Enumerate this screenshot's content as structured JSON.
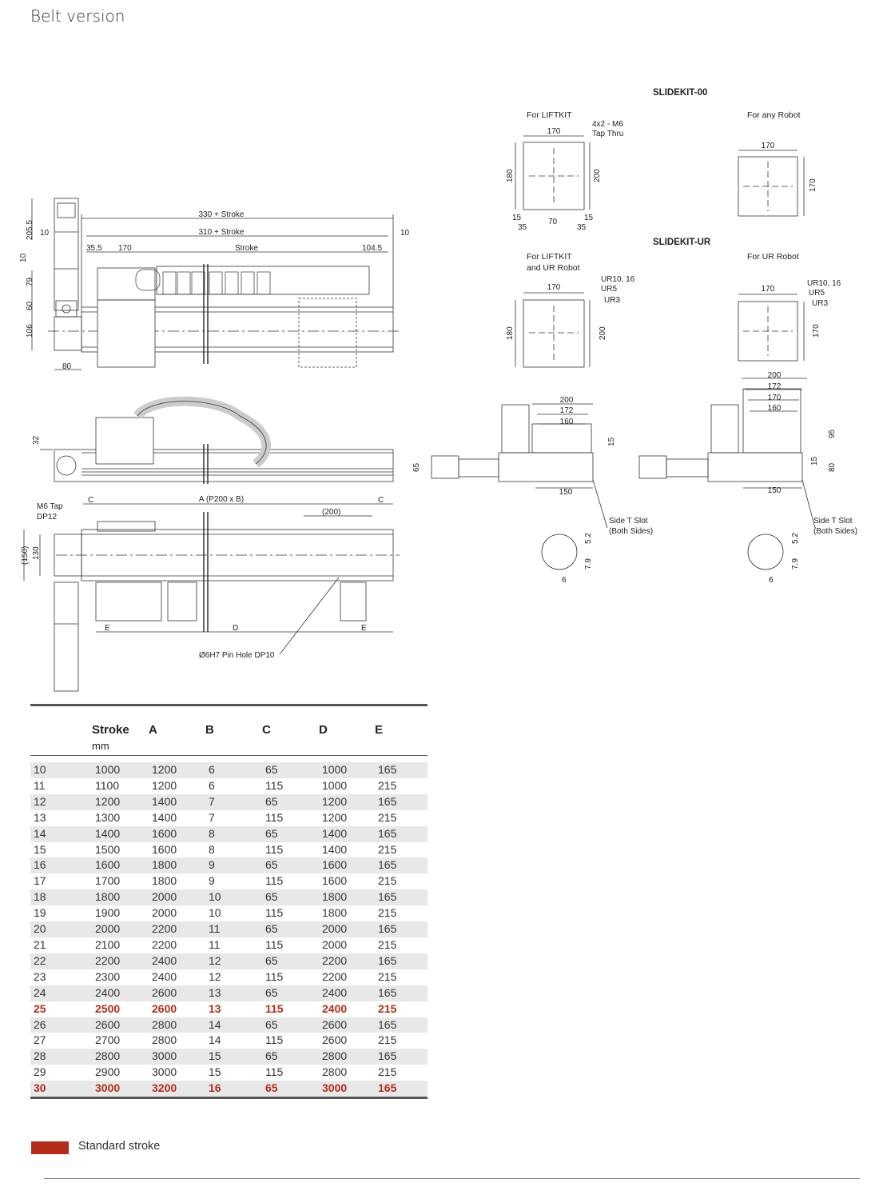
{
  "page": {
    "title": "Belt version"
  },
  "drawing": {
    "top_view": {
      "dim_330": "330 + Stroke",
      "dim_310": "310 + Stroke",
      "dim_10_right": "10",
      "dim_355": "35.5",
      "dim_170": "170",
      "dim_stroke": "Stroke",
      "dim_1045": "104.5",
      "dim_2055": "205.5",
      "dim_10_left": "10",
      "dim_10_v": "10",
      "dim_79": "79",
      "dim_60": "60",
      "dim_106": "106",
      "dim_80": "80"
    },
    "bottom_view": {
      "c_left": "C",
      "c_right": "C",
      "a_label": "A (P200 x B)",
      "p200": "(200)",
      "m6_tap": "M6 Tap",
      "dp12": "DP12",
      "dim_150": "(150)",
      "dim_130": "130",
      "e_left": "E",
      "d_label": "D",
      "e_right": "E",
      "pin_hole": "Ø6H7 Pin Hole DP10",
      "dim_32": "32",
      "dim_65": "65"
    },
    "slidekit_00": {
      "title": "SLIDEKIT-00",
      "liftkit_caption": "For LIFTKIT",
      "robot_caption": "For any Robot",
      "dim_170_top": "170",
      "tap_note_1": "4x2 - M6",
      "tap_note_2": "Tap Thru",
      "dim_180": "180",
      "dim_200": "200",
      "dim_15_left": "15",
      "dim_70": "70",
      "dim_15_right": "15",
      "dim_35_left": "35",
      "dim_35_right": "35",
      "robot_170_w": "170",
      "robot_170_h": "170"
    },
    "slidekit_ur": {
      "title": "SLIDEKIT-UR",
      "liftkit_caption_1": "For LIFTKIT",
      "liftkit_caption_2": "and UR Robot",
      "robot_caption": "For UR Robot",
      "dim_170_l": "170",
      "ur10_l": "UR10, 16",
      "ur5_l": "UR5",
      "ur3_l": "UR3",
      "dim_180": "180",
      "dim_200": "200",
      "dim_170_r": "170",
      "ur10_r": "UR10, 16",
      "ur5_r": "UR5",
      "ur3_r": "UR3",
      "dim_170_rv": "170"
    },
    "side_views": {
      "l_200": "200",
      "l_172": "172",
      "l_160": "160",
      "l_15": "15",
      "l_150": "150",
      "l_slot_1": "Side T Slot",
      "l_slot_2": "(Both Sides)",
      "l_52": "5.2",
      "l_79": "7.9",
      "l_6": "6",
      "r_200": "200",
      "r_172": "172",
      "r_170": "170",
      "r_160": "160",
      "r_95": "95",
      "r_15": "15",
      "r_80": "80",
      "r_150": "150",
      "r_slot_1": "Side T Slot",
      "r_slot_2": "(Both Sides)",
      "r_52": "5.2",
      "r_79": "7.9",
      "r_6": "6"
    }
  },
  "table": {
    "headers": [
      "",
      "Stroke",
      "A",
      "B",
      "C",
      "D",
      "E"
    ],
    "units": [
      "",
      "mm",
      "",
      "",
      "",
      "",
      ""
    ],
    "rows": [
      [
        "10",
        "1000",
        "1200",
        "6",
        "65",
        "1000",
        "165"
      ],
      [
        "11",
        "1100",
        "1200",
        "6",
        "115",
        "1000",
        "215"
      ],
      [
        "12",
        "1200",
        "1400",
        "7",
        "65",
        "1200",
        "165"
      ],
      [
        "13",
        "1300",
        "1400",
        "7",
        "115",
        "1200",
        "215"
      ],
      [
        "14",
        "1400",
        "1600",
        "8",
        "65",
        "1400",
        "165"
      ],
      [
        "15",
        "1500",
        "1600",
        "8",
        "115",
        "1400",
        "215"
      ],
      [
        "16",
        "1600",
        "1800",
        "9",
        "65",
        "1600",
        "165"
      ],
      [
        "17",
        "1700",
        "1800",
        "9",
        "115",
        "1600",
        "215"
      ],
      [
        "18",
        "1800",
        "2000",
        "10",
        "65",
        "1800",
        "165"
      ],
      [
        "19",
        "1900",
        "2000",
        "10",
        "115",
        "1800",
        "215"
      ],
      [
        "20",
        "2000",
        "2200",
        "11",
        "65",
        "2000",
        "165"
      ],
      [
        "21",
        "2100",
        "2200",
        "11",
        "115",
        "2000",
        "215"
      ],
      [
        "22",
        "2200",
        "2400",
        "12",
        "65",
        "2200",
        "165"
      ],
      [
        "23",
        "2300",
        "2400",
        "12",
        "115",
        "2200",
        "215"
      ],
      [
        "24",
        "2400",
        "2600",
        "13",
        "65",
        "2400",
        "165"
      ],
      [
        "25",
        "2500",
        "2600",
        "13",
        "115",
        "2400",
        "215"
      ],
      [
        "26",
        "2600",
        "2800",
        "14",
        "65",
        "2600",
        "165"
      ],
      [
        "27",
        "2700",
        "2800",
        "14",
        "115",
        "2600",
        "215"
      ],
      [
        "28",
        "2800",
        "3000",
        "15",
        "65",
        "2800",
        "165"
      ],
      [
        "29",
        "2900",
        "3000",
        "15",
        "115",
        "2800",
        "215"
      ],
      [
        "30",
        "3000",
        "3200",
        "16",
        "65",
        "3000",
        "165"
      ]
    ],
    "standard_rows": [
      "25",
      "30"
    ]
  },
  "legend": {
    "label": "Standard stroke",
    "color": "#b32c1a"
  }
}
